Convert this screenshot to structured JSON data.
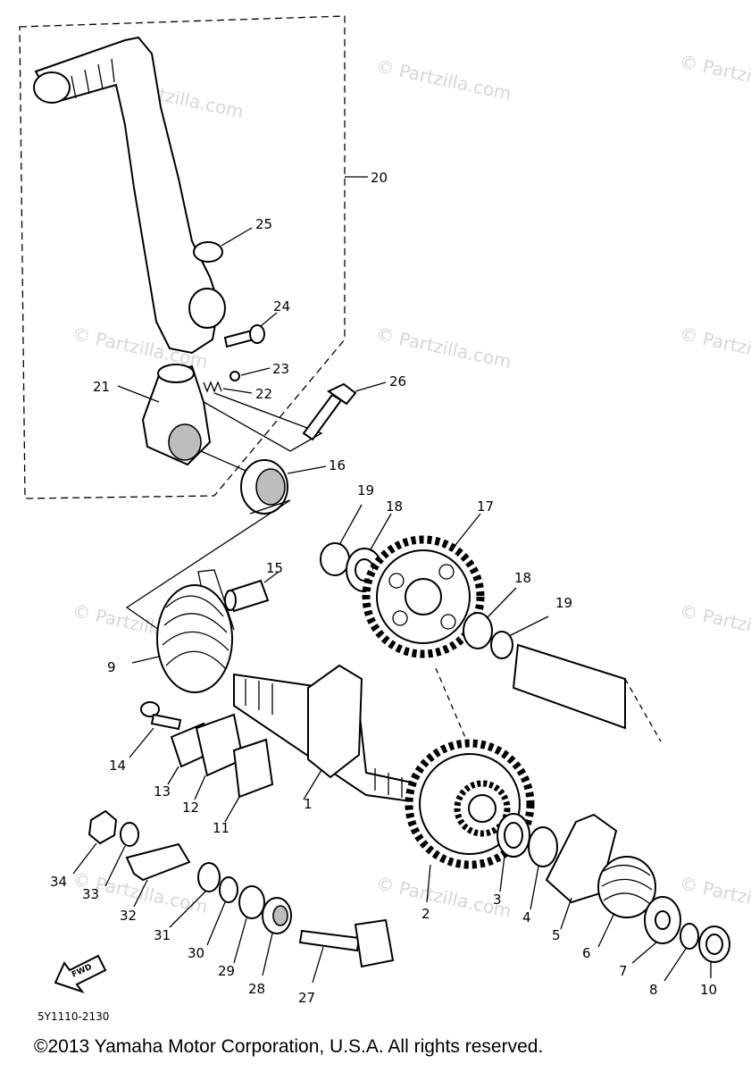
{
  "diagram": {
    "labels": [
      "1",
      "2",
      "3",
      "4",
      "5",
      "6",
      "7",
      "8",
      "9",
      "10",
      "11",
      "12",
      "13",
      "14",
      "15",
      "16",
      "17",
      "18",
      "18",
      "19",
      "19",
      "20",
      "21",
      "22",
      "23",
      "24",
      "25",
      "26",
      "27",
      "28",
      "29",
      "30",
      "31",
      "32",
      "33",
      "34"
    ],
    "watermark": "© Partzilla.com",
    "diagram_code": "5Y1110-2130",
    "direction_marker": "FWD",
    "copyright": "©2013  Yamaha Motor Corporation, U.S.A. All rights reserved."
  }
}
